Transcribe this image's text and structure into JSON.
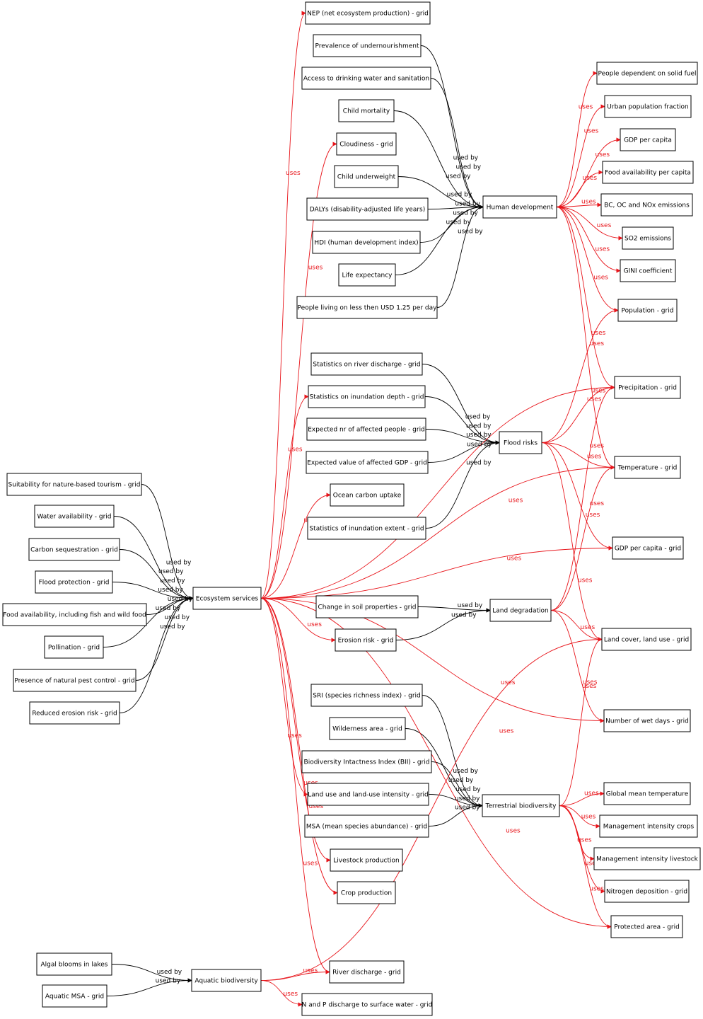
{
  "colors": {
    "uses": "#e8141a",
    "used_by": "#000000",
    "node_border": "#000000",
    "background": "#ffffff"
  },
  "labels": {
    "uses": "uses",
    "used_by": "used by"
  },
  "nodes": {
    "nep": "NEP (net ecosystem production) - grid",
    "undernourish": "Prevalence of undernourishment",
    "drinkwater": "Access to drinking water and sanitation",
    "childmort": "Child mortality",
    "cloud": "Cloudiness - grid",
    "childunder": "Child underweight",
    "daly": "DALYs (disability-adjusted life years)",
    "hdi": "HDI (human development index)",
    "lifeexp": "Life expectancy",
    "poverty": "People living on less then USD 1.25 per day",
    "humandev": "Human development",
    "solidfuel": "People dependent on solid fuel",
    "urban": "Urban population fraction",
    "gdpcap": "GDP per capita",
    "foodcap": "Food availability per capita",
    "bcoc": "BC, OC and NOx emissions",
    "so2": "SO2 emissions",
    "gini": "GINI coefficient",
    "popgrid": "Population - grid",
    "statriver": "Statistics on river discharge - grid",
    "statinund": "Statistics on inundation depth - grid",
    "exppeople": "Expected nr of affected people - grid",
    "expgdp": "Expected value of affected GDP - grid",
    "floodrisk": "Flood risks",
    "precip": "Precipitation - grid",
    "oceancarbon": "Ocean carbon uptake",
    "temp": "Temperature - grid",
    "statextent": "Statistics of inundation extent - grid",
    "gdpgrid": "GDP per capita - grid",
    "tourism": "Suitability for nature-based tourism - grid",
    "wateravail": "Water availability - grid",
    "carbonseq": "Carbon sequestration - grid",
    "floodprot": "Flood protection - grid",
    "foodwild": "Food availability, including fish and wild food",
    "ecoserv": "Ecosystem services",
    "soilprop": "Change in soil properties - grid",
    "landdeg": "Land degradation",
    "pollination": "Pollination - grid",
    "erosion": "Erosion risk - grid",
    "landcover": "Land cover, land use - grid",
    "pest": "Presence of natural pest control - grid",
    "reducederosion": "Reduced erosion risk - grid",
    "sri": "SRI (species richness index) - grid",
    "wilderness": "Wilderness area - grid",
    "wetdays": "Number of wet days - grid",
    "bii": "Biodiversity Intactness Index (BII) - grid",
    "landuseint": "Land use and land-use intensity - grid",
    "terrbio": "Terrestrial biodiversity",
    "globaltemp": "Global mean temperature",
    "msa": "MSA (mean species abundance) - grid",
    "mgmtcrops": "Management intensity crops",
    "livestock": "Livestock production",
    "mgmtlivestock": "Management intensity livestock",
    "nitrogen": "Nitrogen deposition - grid",
    "crop": "Crop production",
    "protected": "Protected area - grid",
    "algal": "Algal blooms in lakes",
    "riverdis": "River discharge - grid",
    "aquabio": "Aquatic biodiversity",
    "aquamsa": "Aquatic MSA - grid",
    "npdis": "N and P discharge to surface water - grid"
  }
}
